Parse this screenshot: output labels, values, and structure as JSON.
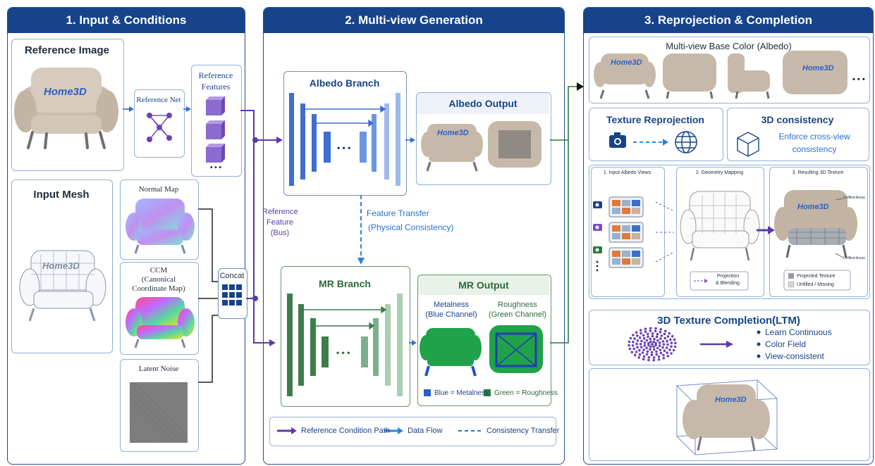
{
  "panels": [
    {
      "title": "1. Input & Conditions"
    },
    {
      "title": "2. Multi-view Generation"
    },
    {
      "title": "3. Reprojection & Completion"
    }
  ],
  "p1": {
    "reference_image": "Reference Image",
    "logo_text": "Home3D",
    "reference_net": "Reference Net",
    "reference_features_1": "Reference",
    "reference_features_2": "Features",
    "ellipsis": "• • •",
    "input_mesh": "Input Mesh",
    "normal_map": "Normal Map",
    "ccm_1": "CCM",
    "ccm_2": "(Canonical",
    "ccm_3": "Coordinate Map)",
    "latent_noise": "Latent Noise",
    "concat": "Concat"
  },
  "p2": {
    "bus_1": "Reference",
    "bus_2": "Feature",
    "bus_3": "(Bus)",
    "albedo_branch": "Albedo Branch",
    "albedo_output": "Albedo Output",
    "feature_transfer_1": "Feature Transfer",
    "feature_transfer_2": "(Physical Consistency)",
    "mr_branch": "MR Branch",
    "mr_output": "MR Output",
    "metalness_1": "Metalness",
    "metalness_2": "(Blue Channel)",
    "roughness_1": "Roughness",
    "roughness_2": "(Green Channel)",
    "legend_blue": "Blue = Metalness",
    "legend_green": "Green = Roughness",
    "dots": "• • •",
    "key_ref": "Reference Condition Path",
    "key_flow": "Data Flow",
    "key_consistency": "Consistency Transfer"
  },
  "p3": {
    "multiview_title": "Multi-view Base Color (Albedo)",
    "more": "• • •",
    "texture_reprojection": "Texture Reprojection",
    "consistency_title": "3D consistency",
    "consistency_1": "Enforce cross-view",
    "consistency_2": "consistency",
    "step1": "1. Input Albedo Views",
    "step2": "2. Geometry Mapping",
    "step3": "3. Resulting 3D Texture",
    "proj_1": "Projection",
    "proj_2": "& Blending",
    "unfilled_area": "Unfilled Areas",
    "legend_projected": "Projected Texture",
    "legend_unfilled": "Unfilled / Missing",
    "completion_title": "3D Texture Completion(LTM)",
    "bullets": [
      "Learn Continuous",
      "Color Field",
      "View-consistent"
    ]
  },
  "colors": {
    "header": "#16438a",
    "albedo_blue": "#4a78d0",
    "mr_green": "#3e7d4a",
    "purple": "#5b3aa8",
    "sofa": "#c7b9aa"
  }
}
